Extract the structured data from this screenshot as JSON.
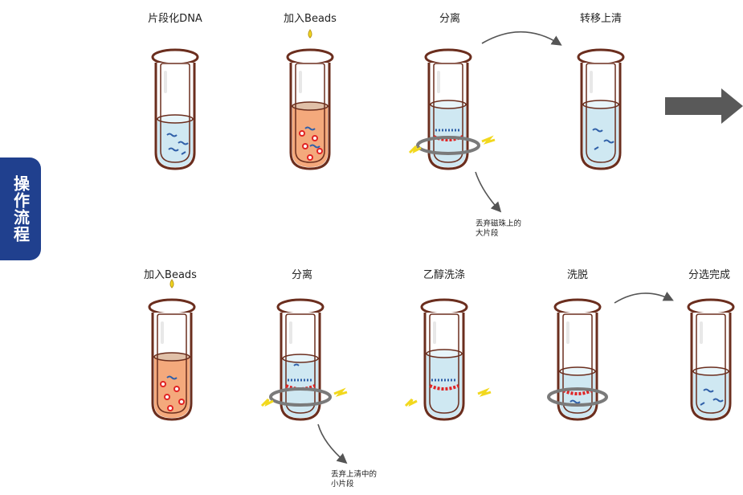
{
  "sidebar": {
    "title": "操作流程"
  },
  "steps_top": [
    {
      "label": "片段化DNA"
    },
    {
      "label": "加入Beads"
    },
    {
      "label": "分离"
    },
    {
      "label": "转移上清"
    }
  ],
  "steps_bottom": [
    {
      "label": "加入Beads"
    },
    {
      "label": "分离"
    },
    {
      "label": "乙醇洗涤"
    },
    {
      "label": "洗脱"
    },
    {
      "label": "分选完成"
    }
  ],
  "notes": {
    "discard_top_line1": "丢弃磁珠上的",
    "discard_top_line2": "大片段",
    "discard_bottom_line1": "丢弃上清中的",
    "discard_bottom_line2": "小片段"
  },
  "colors": {
    "sidebar": "#20408e",
    "tube_outline": "#6b2e1e",
    "liquid_blue": "#cfe8f2",
    "liquid_orange": "#f4a97c",
    "bead_red": "#e02424",
    "magnet_ring": "#7a7a7a",
    "spark": "#f2d81d",
    "dna": "#2f5fa8",
    "arrow": "#555555"
  }
}
